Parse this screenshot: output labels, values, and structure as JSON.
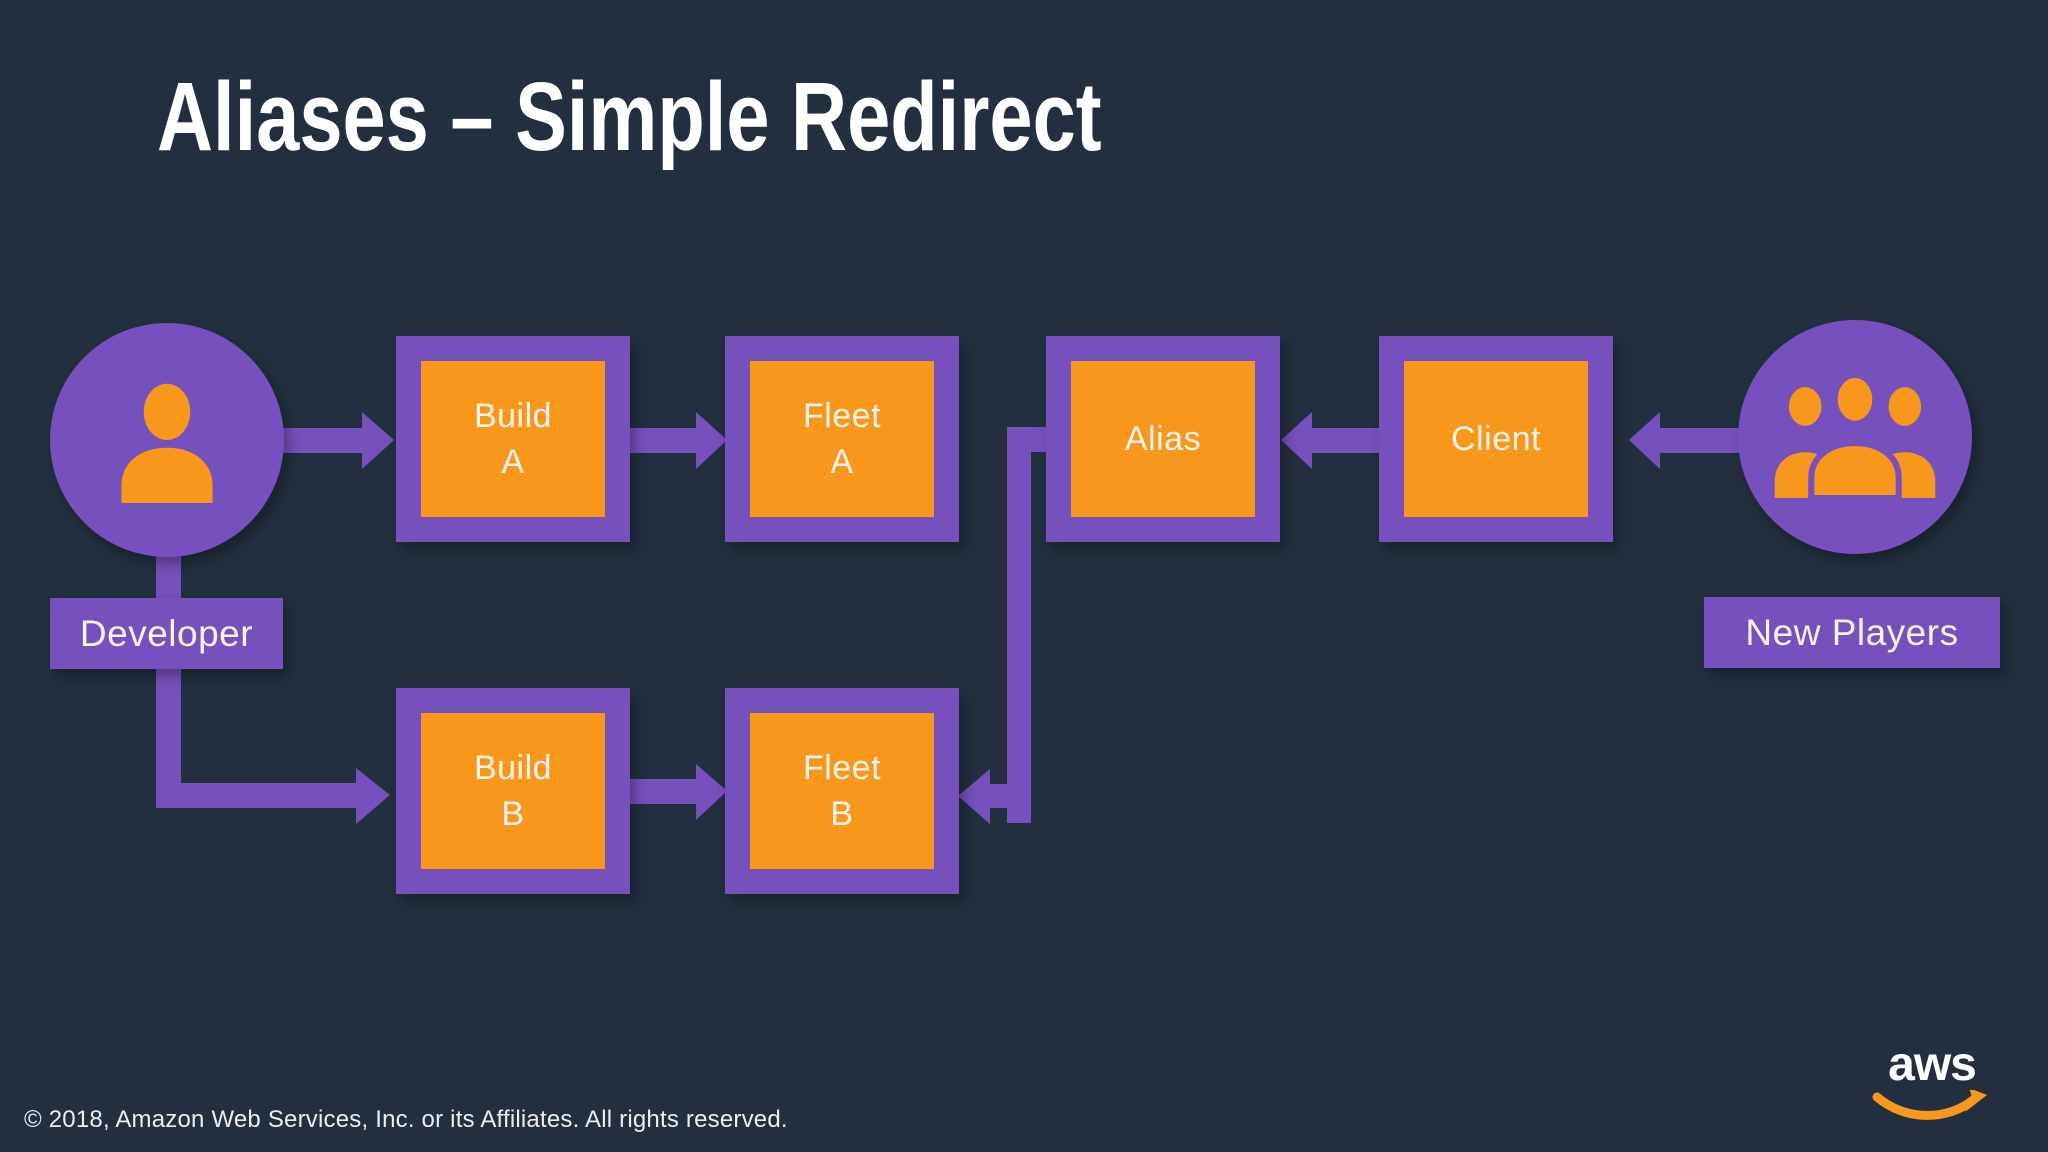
{
  "slide": {
    "title": "Aliases – Simple Redirect",
    "footer": "©  2018, Amazon Web Services, Inc. or its Affiliates. All rights reserved.",
    "logo": {
      "text": "aws",
      "icon": "amazon-smile-arrow-icon"
    }
  },
  "colors": {
    "background": "#232F3E",
    "purple": "#7650BC",
    "orange": "#F7981D",
    "text_light": "#F6F3ED"
  },
  "diagram": {
    "developer": {
      "label": "Developer",
      "icon": "person-icon"
    },
    "new_players": {
      "label": "New Players",
      "icon": "people-group-icon"
    },
    "boxes": {
      "build_a": {
        "line1": "Build",
        "line2": "A"
      },
      "fleet_a": {
        "line1": "Fleet",
        "line2": "A"
      },
      "alias": {
        "line1": "Alias"
      },
      "client": {
        "line1": "Client"
      },
      "build_b": {
        "line1": "Build",
        "line2": "B"
      },
      "fleet_b": {
        "line1": "Fleet",
        "line2": "B"
      }
    },
    "connections": [
      {
        "from": "developer",
        "to": "build_a",
        "shape": "straight-right"
      },
      {
        "from": "build_a",
        "to": "fleet_a",
        "shape": "straight-right"
      },
      {
        "from": "developer",
        "to": "build_b",
        "shape": "elbow-down-right"
      },
      {
        "from": "build_b",
        "to": "fleet_b",
        "shape": "straight-right"
      },
      {
        "from": "client",
        "to": "alias",
        "shape": "straight-left"
      },
      {
        "from": "new_players",
        "to": "client",
        "shape": "straight-left"
      },
      {
        "from": "alias",
        "to": "fleet_b",
        "shape": "elbow-down-left"
      }
    ]
  }
}
